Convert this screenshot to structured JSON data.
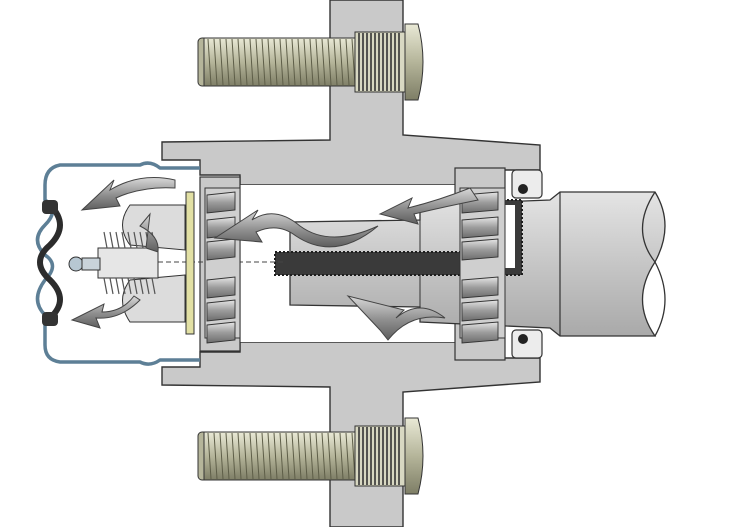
{
  "diagram": {
    "subject": "wheel-hub-bearing-lubrication-cross-section",
    "parts": [
      "wheel-stud",
      "hub",
      "dust-cap",
      "tapered-roller-bearing",
      "grease-seal",
      "spindle",
      "grease-channel",
      "grease-fitting",
      "flow-arrow"
    ],
    "counts": {
      "wheel_studs": 2,
      "bearings": 2,
      "flow_arrows": 6
    },
    "colors": {
      "hub": "#c9c9c9",
      "hub_outline": "#333333",
      "stud": "#c2c2a8",
      "bearing_roller": "#b3b3b3",
      "grease": "#3a3a3a",
      "arrow": "#8e8e8e",
      "cap": "#5d7f96",
      "washer": "#e2e0a4",
      "background": "#ffffff"
    }
  }
}
